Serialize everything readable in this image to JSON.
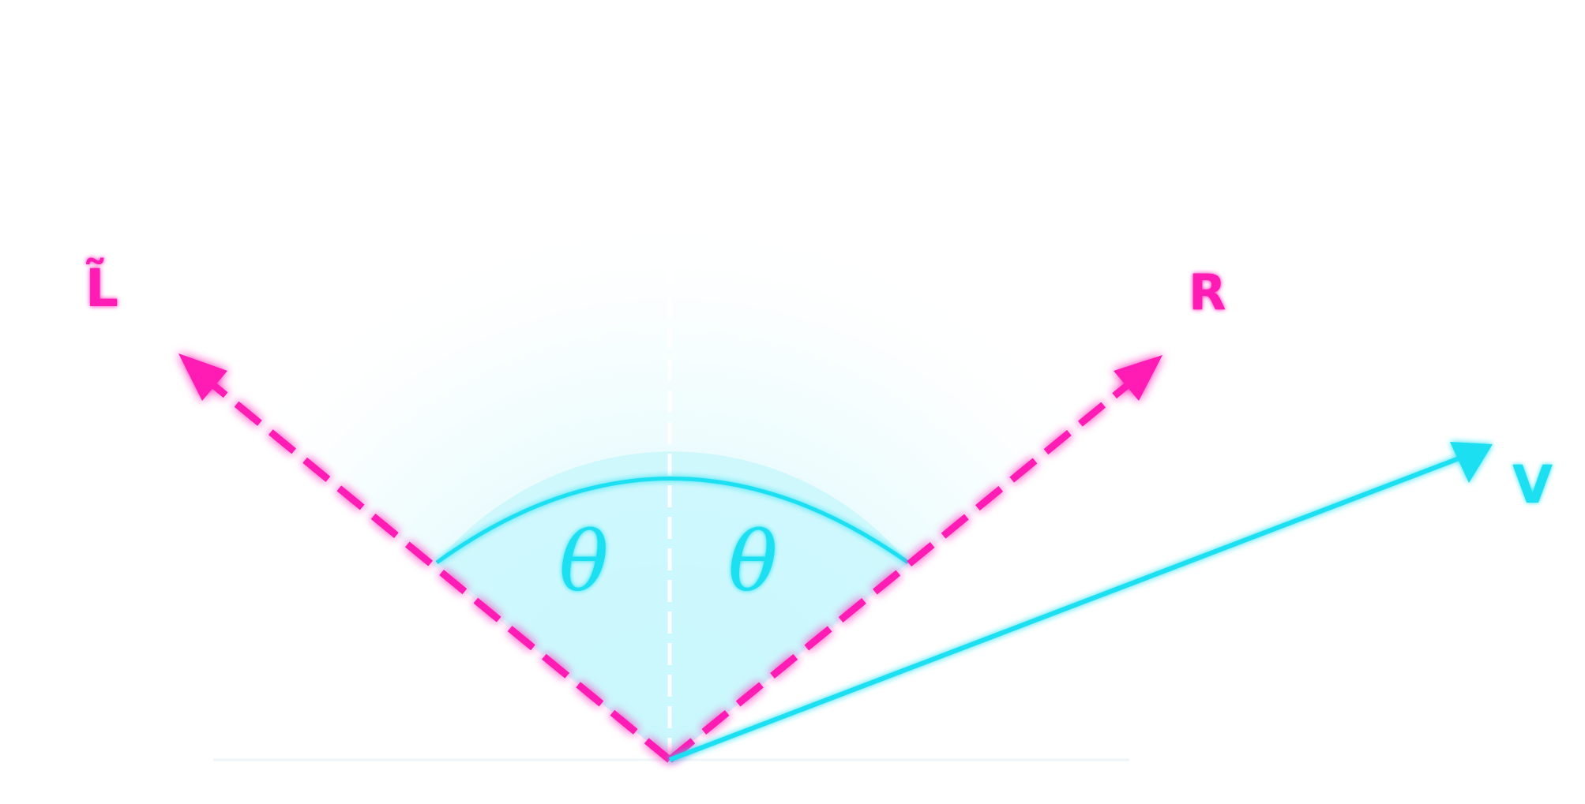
{
  "labels": {
    "light": "L̃",
    "reflect": "R",
    "view": "V",
    "theta_left": "θ",
    "theta_right": "θ"
  },
  "colors": {
    "magenta": "#ff1fb4",
    "cyan": "#1de0f2",
    "fill": "#c6f7fc",
    "normal": "#ffffff",
    "background": "#ffffff"
  },
  "icons": {
    "light-arrowhead": "arrowhead",
    "reflect-arrowhead": "arrowhead",
    "view-arrowhead": "arrowhead"
  }
}
